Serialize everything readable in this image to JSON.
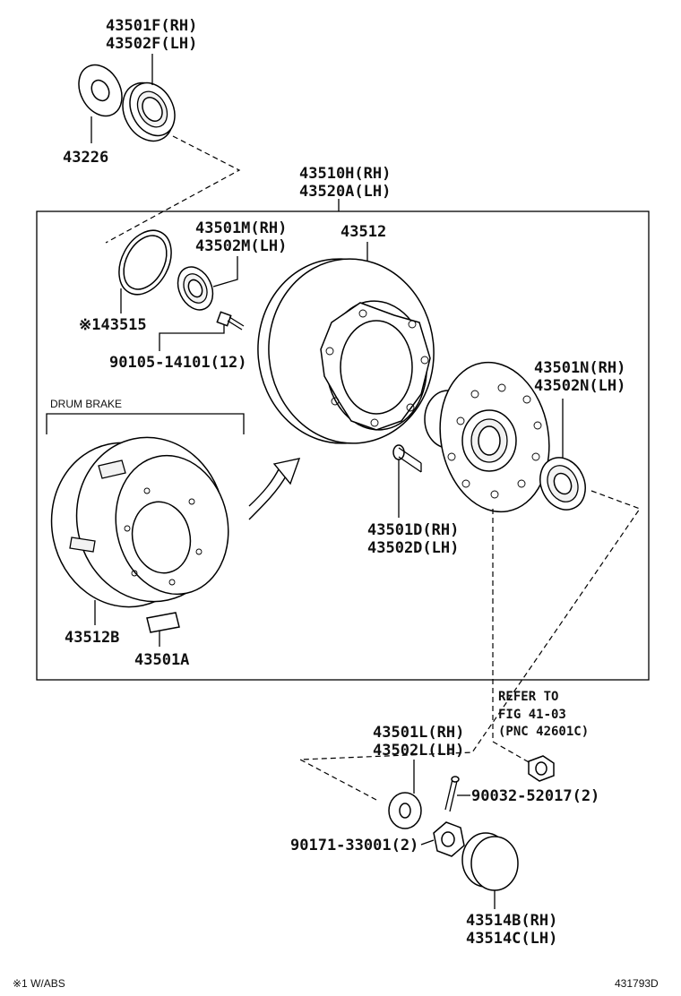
{
  "labels": {
    "p43501F": "43501F(RH)",
    "p43502F": "43502F(LH)",
    "p43226": "43226",
    "p43510H": "43510H(RH)",
    "p43520A": "43520A(LH)",
    "p43501M": "43501M(RH)",
    "p43502M": "43502M(LH)",
    "p43512": "43512",
    "p43515": "※143515",
    "p90105": "90105-14101(12)",
    "drum_brake": "DRUM BRAKE",
    "p43501N": "43501N(RH)",
    "p43502N": "43502N(LH)",
    "p43501D": "43501D(RH)",
    "p43502D": "43502D(LH)",
    "p43512B": "43512B",
    "p43501A": "43501A",
    "refer1": "REFER TO",
    "refer2": "FIG 41-03",
    "refer3": "(PNC 42601C)",
    "p43501L": "43501L(RH)",
    "p43502L": "43502L(LH)",
    "p90032": "90032-52017(2)",
    "p90171": "90171-33001(2)",
    "p43514B": "43514B(RH)",
    "p43514C": "43514C(LH)",
    "footnote": "※1 W/ABS",
    "figure_id": "431793D"
  }
}
